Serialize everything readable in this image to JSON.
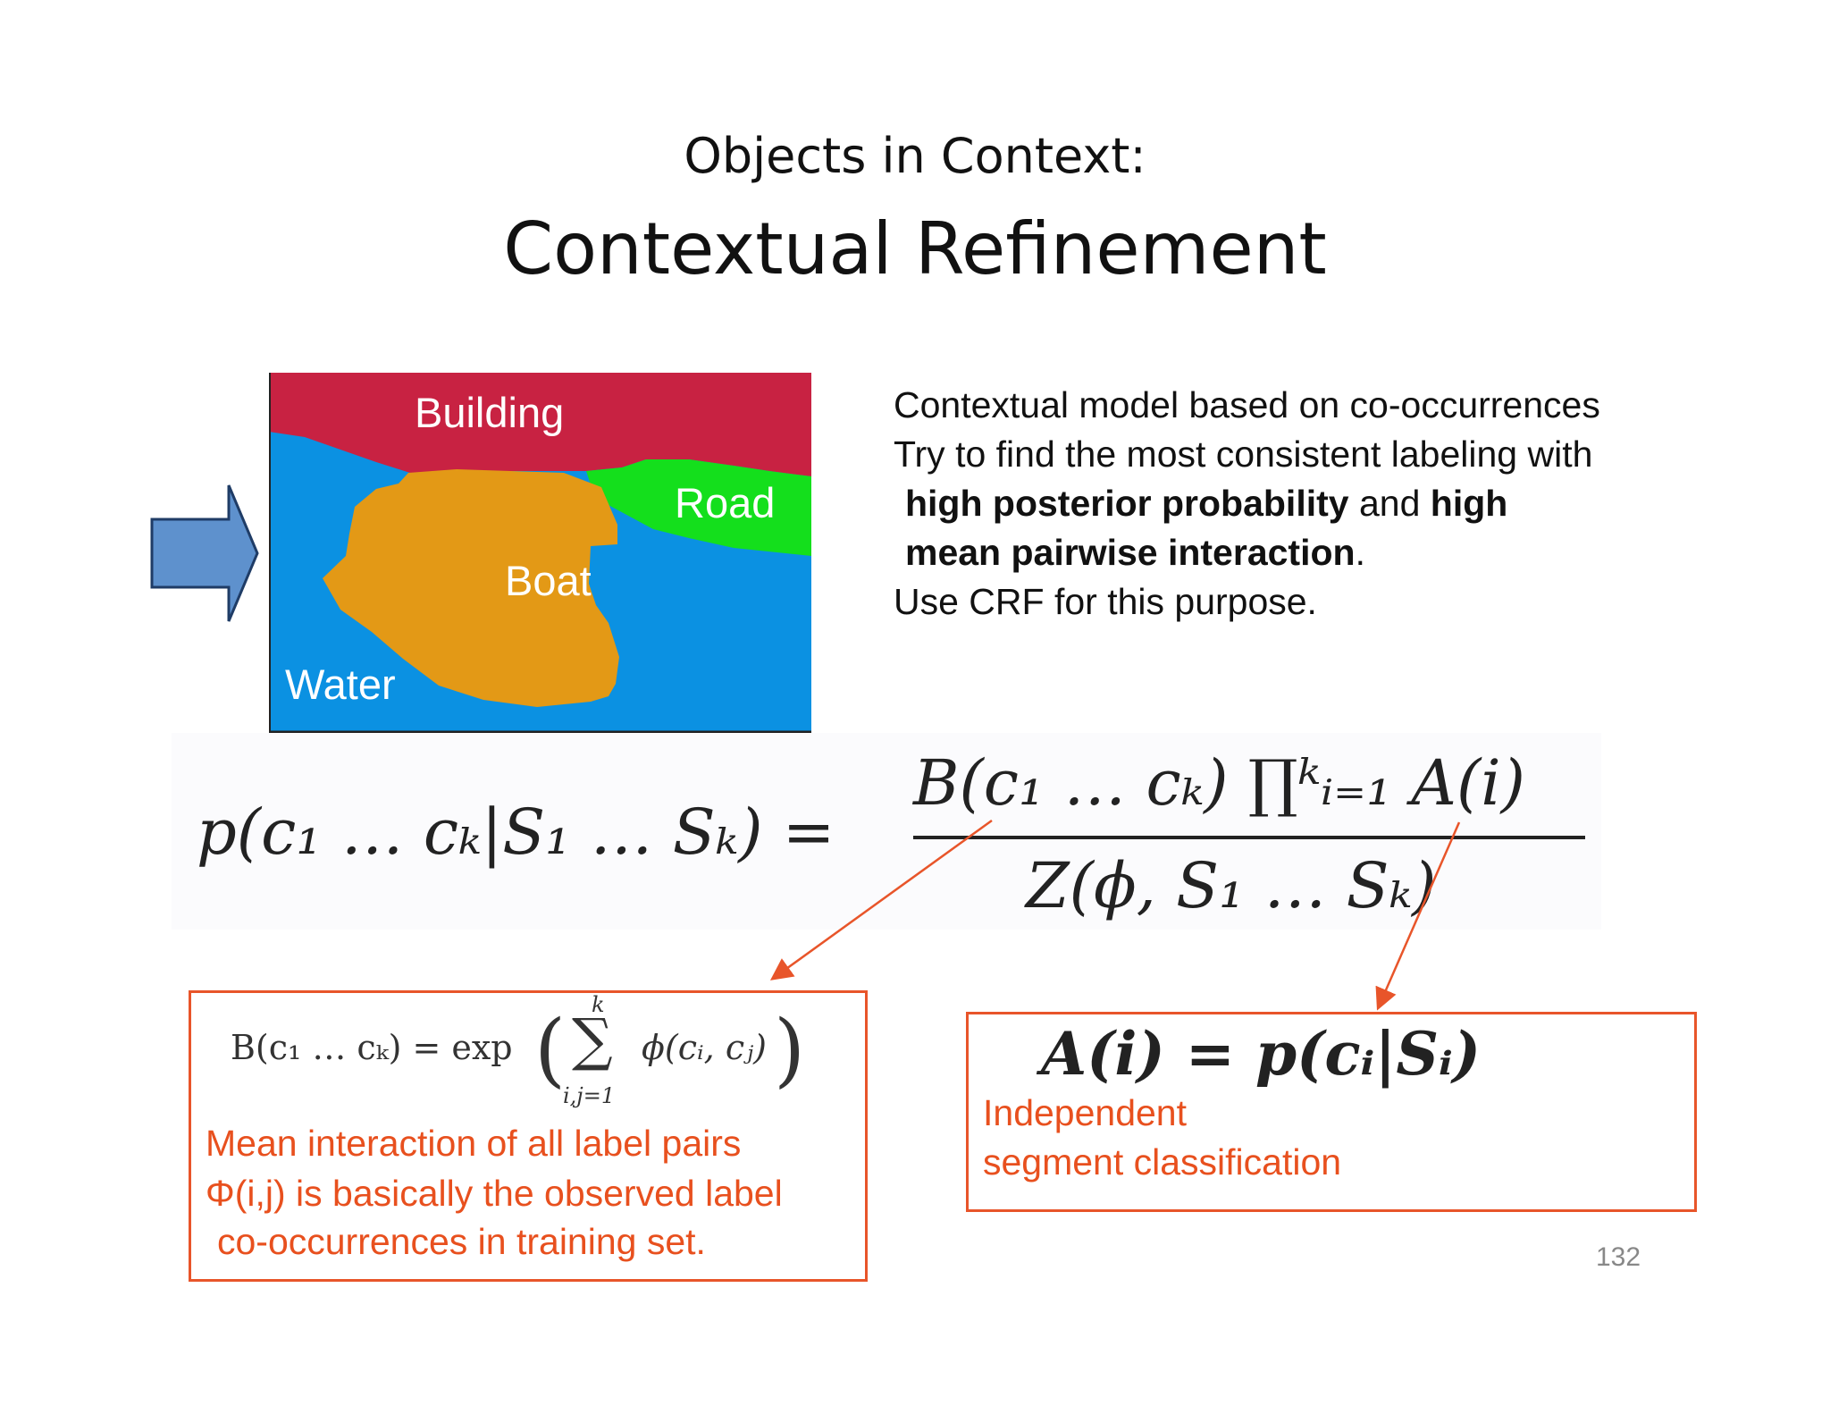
{
  "slide": {
    "title_line1": "Objects in Context:",
    "title_line2": "Contextual Refinement",
    "page_number": "132"
  },
  "segmentation": {
    "labels": {
      "building": "Building",
      "road": "Road",
      "boat": "Boat",
      "water": "Water"
    },
    "colors": {
      "building": "#c82242",
      "road": "#14df1c",
      "boat": "#e39916",
      "water": "#0b91e2",
      "arrow": "#5e91cd"
    }
  },
  "bullets": {
    "line1": "Contextual model based on co-occurrences",
    "line2": "Try to find the most consistent labeling with",
    "line3_bold1": "high posterior probability",
    "line3_mid": " and ",
    "line3_bold2": "high",
    "line4_bold": "mean pairwise interaction",
    "line4_end": ".",
    "line5": "Use CRF for this purpose."
  },
  "main_equation": {
    "lhs": "p(c₁ … cₖ|S₁ … Sₖ) =",
    "numerator": "B(c₁ … cₖ) ∏ᵏᵢ₌₁ A(i)",
    "denominator": "Z(ϕ, S₁ … Sₖ)"
  },
  "left_box": {
    "formula_lhs": "B(c₁ … cₖ) = exp",
    "formula_sum_top": "k",
    "formula_sum_bottom": "i,j=1",
    "formula_term": "ϕ(cᵢ, cⱼ)",
    "line1": "Mean interaction of all label pairs",
    "line2": "Φ(i,j) is basically the observed label",
    "line3": "co-occurrences in training set."
  },
  "right_box": {
    "formula": "A(i) = p(cᵢ|Sᵢ)",
    "line1": "Independent",
    "line2": "segment classification"
  },
  "colors": {
    "annotation": "#e8501e"
  }
}
